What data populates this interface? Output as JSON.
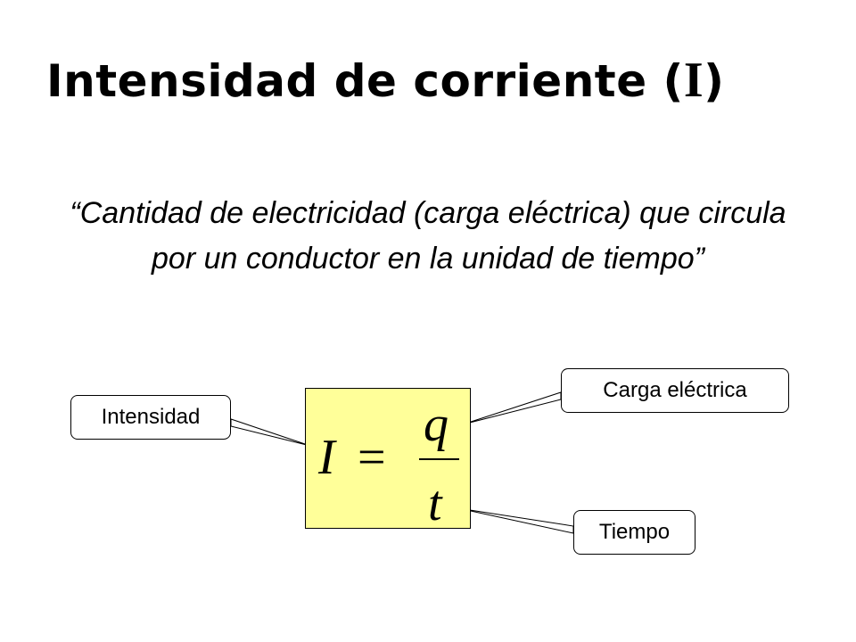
{
  "slide": {
    "title_text": "Intensidad de corriente (",
    "title_symbol": "I",
    "title_close": ")",
    "definition": "“Cantidad de electricidad (carga eléctrica) que circula por un conductor en la unidad de tiempo”"
  },
  "formula": {
    "lhs": "I",
    "equals": "=",
    "numerator": "q",
    "denominator": "t",
    "box_color": "#ffff99"
  },
  "callouts": {
    "intensidad": "Intensidad",
    "carga": "Carga eléctrica",
    "tiempo": "Tiempo"
  }
}
